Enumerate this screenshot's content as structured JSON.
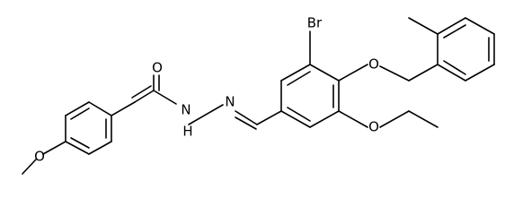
{
  "molecule": {
    "line_color": "#000000",
    "background": "#ffffff",
    "atom_labels": {
      "bromine": "Br",
      "carbonyl_oxygen": "O",
      "amide_nitrogen": "N",
      "amide_hydrogen": "H",
      "imine_nitrogen": "N",
      "benzyl_ether_oxygen": "O",
      "ethoxy_oxygen": "O",
      "methoxy_oxygen": "O"
    }
  }
}
